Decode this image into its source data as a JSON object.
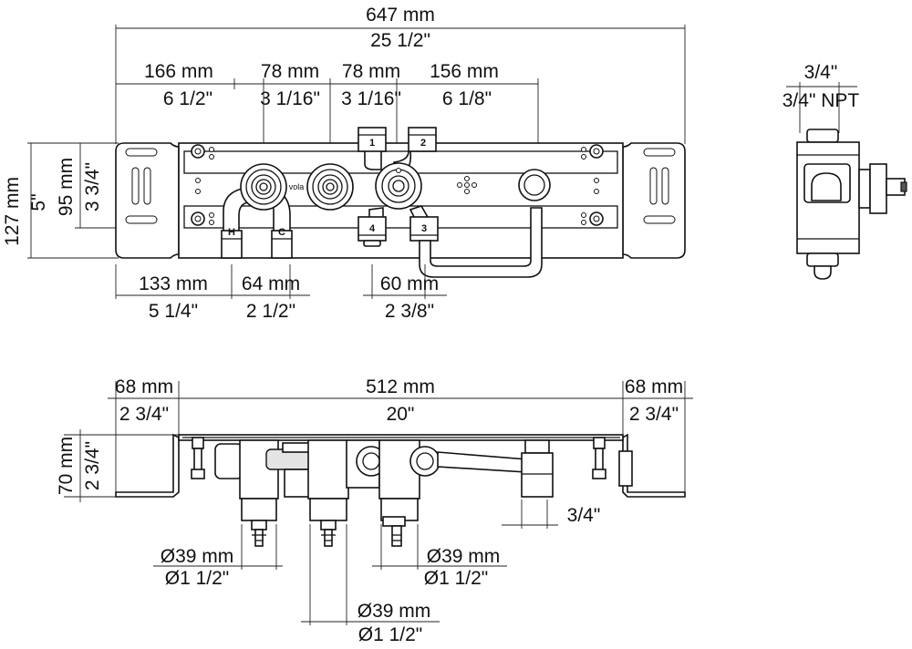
{
  "front_view": {
    "overall_width": {
      "metric": "647 mm",
      "imperial": "25 1/2\""
    },
    "segment_1": {
      "metric": "166 mm",
      "imperial": "6 1/2\""
    },
    "segment_2": {
      "metric": "78 mm",
      "imperial": "3 1/16\""
    },
    "segment_3": {
      "metric": "78 mm",
      "imperial": "3 1/16\""
    },
    "segment_4": {
      "metric": "156 mm",
      "imperial": "6 1/8\""
    },
    "total_height": {
      "metric": "127 mm",
      "imperial": "5\""
    },
    "inner_height": {
      "metric": "95 mm",
      "imperial": "3 3/4\""
    },
    "bottom_1": {
      "metric": "133 mm",
      "imperial": "5 1/4\""
    },
    "bottom_2": {
      "metric": "64 mm",
      "imperial": "2 1/2\""
    },
    "bottom_3": {
      "metric": "60 mm",
      "imperial": "2 3/8\""
    },
    "port_labels": {
      "hot": "H",
      "cold": "C",
      "p1": "1",
      "p2": "2",
      "p3": "3",
      "p4": "4"
    },
    "logo": "vola"
  },
  "side_view": {
    "connection_size": "3/4\"",
    "connection_thread": "3/4\" NPT"
  },
  "top_view": {
    "left_flange": {
      "metric": "68 mm",
      "imperial": "2 3/4\""
    },
    "center": {
      "metric": "512 mm",
      "imperial": "20\""
    },
    "right_flange": {
      "metric": "68 mm",
      "imperial": "2 3/4\""
    },
    "depth": {
      "metric": "70 mm",
      "imperial": "2 3/4\""
    },
    "outlet_size": "3/4\"",
    "dia_left": {
      "metric": "Ø39 mm",
      "imperial": "Ø1 1/2\""
    },
    "dia_right": {
      "metric": "Ø39 mm",
      "imperial": "Ø1 1/2\""
    },
    "dia_center": {
      "metric": "Ø39 mm",
      "imperial": "Ø1 1/2\""
    }
  }
}
